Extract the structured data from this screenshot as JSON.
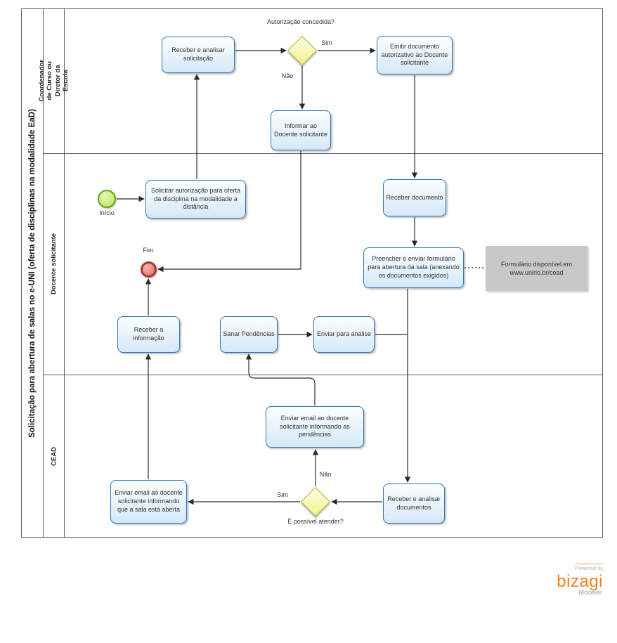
{
  "pool": {
    "title": "Solicitação para abertura de salas no e-UNI (oferta de disciplinas na modalidade EaD)"
  },
  "lanes": {
    "coordenador": "Coordenador de Curso ou Diretor da Escola",
    "docente": "Docente solicitante",
    "cead": "CEAD"
  },
  "events": {
    "start": "Início",
    "end": "Fim"
  },
  "tasks": {
    "receber_analisar": "Receber  e analisar solicitação",
    "emitir_documento": "Emitir documento autorizativo ao Docente solicitante",
    "informar_docente": "Informar ao Docente solicitante",
    "solicitar_autorizacao": "Solicitar autorização para oferta da disciplina na modalidade a distância",
    "receber_documento": "Receber documento",
    "preencher_enviar": "Preencher e enviar formulário para abertura da sala (anexando os documentos exigidos)",
    "receber_informacao": "Receber a informação",
    "sanar_pendencias": "Sanar Pendências",
    "enviar_analise": "Enviar para análise",
    "enviar_email_pendencias": "Enviar email ao docente solicitante informando as pendências",
    "receber_analisar_documentos": "Receber e analisar documentos",
    "enviar_email_sala_aberta": "Enviar email ao docente solicitante informando que a sala está aberta"
  },
  "gateways": {
    "autorizacao": {
      "question": "Autorização concedida?",
      "yes": "Sim",
      "no": "Não"
    },
    "atender": {
      "question": "É possível atender?",
      "yes": "Sim",
      "no": "Não"
    }
  },
  "annotation": {
    "text": "Formulário disponível em www.unirio.br/cead"
  },
  "logo": {
    "powered_by": "Powered by",
    "brand": "bizagi",
    "product": "Modeler"
  },
  "colors": {
    "task_border": "#2e75b5",
    "task_fill": "#d5e8f7",
    "gateway_border": "#b1b138",
    "gateway_fill": "#f0f08e",
    "start_border": "#61a321",
    "start_fill": "#bce55a",
    "end_border": "#a23b33",
    "end_fill": "#e56b61",
    "annotation_fill": "#c8c8c8",
    "brand_orange": "#ef8122"
  }
}
